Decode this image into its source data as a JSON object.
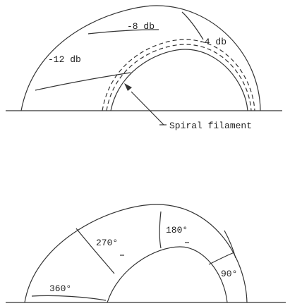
{
  "top_diagram": {
    "contour_labels": {
      "minus_12_db": "-12 db",
      "minus_8_db": "-8 db",
      "minus_4_db": "-4 db"
    },
    "callout_label": "Spiral filament"
  },
  "bottom_diagram": {
    "phase_labels": {
      "deg_360": "360°",
      "deg_270": "270°",
      "deg_180": "180°",
      "deg_90": "90°"
    }
  },
  "colors": {
    "ink": "#333333",
    "background": "#ffffff"
  }
}
